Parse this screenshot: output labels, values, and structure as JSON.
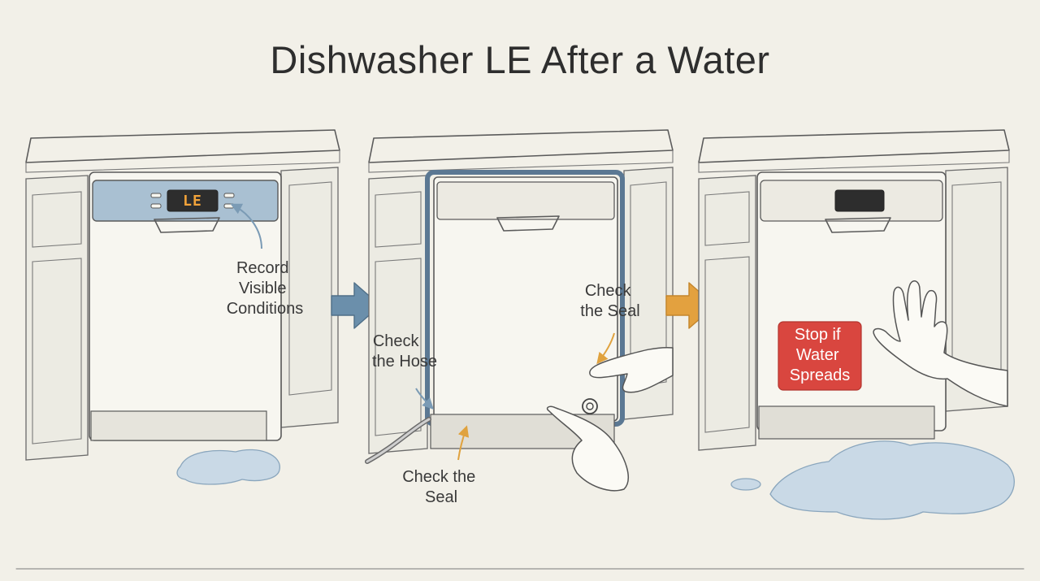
{
  "title": "Dishwasher LE After a Water",
  "panels": [
    {
      "display_code": "LE",
      "labels": [
        "Record",
        "Visible",
        "Conditions"
      ]
    },
    {
      "labels": {
        "hose": [
          "Check",
          "the Hose"
        ],
        "seal_right": [
          "Check",
          "the Seal"
        ],
        "seal_bottom": [
          "Check the",
          "Seal"
        ]
      }
    },
    {
      "stop_box": [
        "Stop if",
        "Water",
        "Spreads"
      ]
    }
  ],
  "colors": {
    "arrow_blue": "#6b8fab",
    "arrow_orange": "#e3a13f",
    "callout_arrow_blue": "#7b9bb5",
    "callout_arrow_orange": "#e0a23e",
    "stop_red": "#d9463f",
    "water": "#c9d9e6",
    "control_panel_blue": "#a9c0d2"
  },
  "icons": [
    "arrow-right-icon",
    "hand-icon",
    "water-puddle-icon"
  ]
}
